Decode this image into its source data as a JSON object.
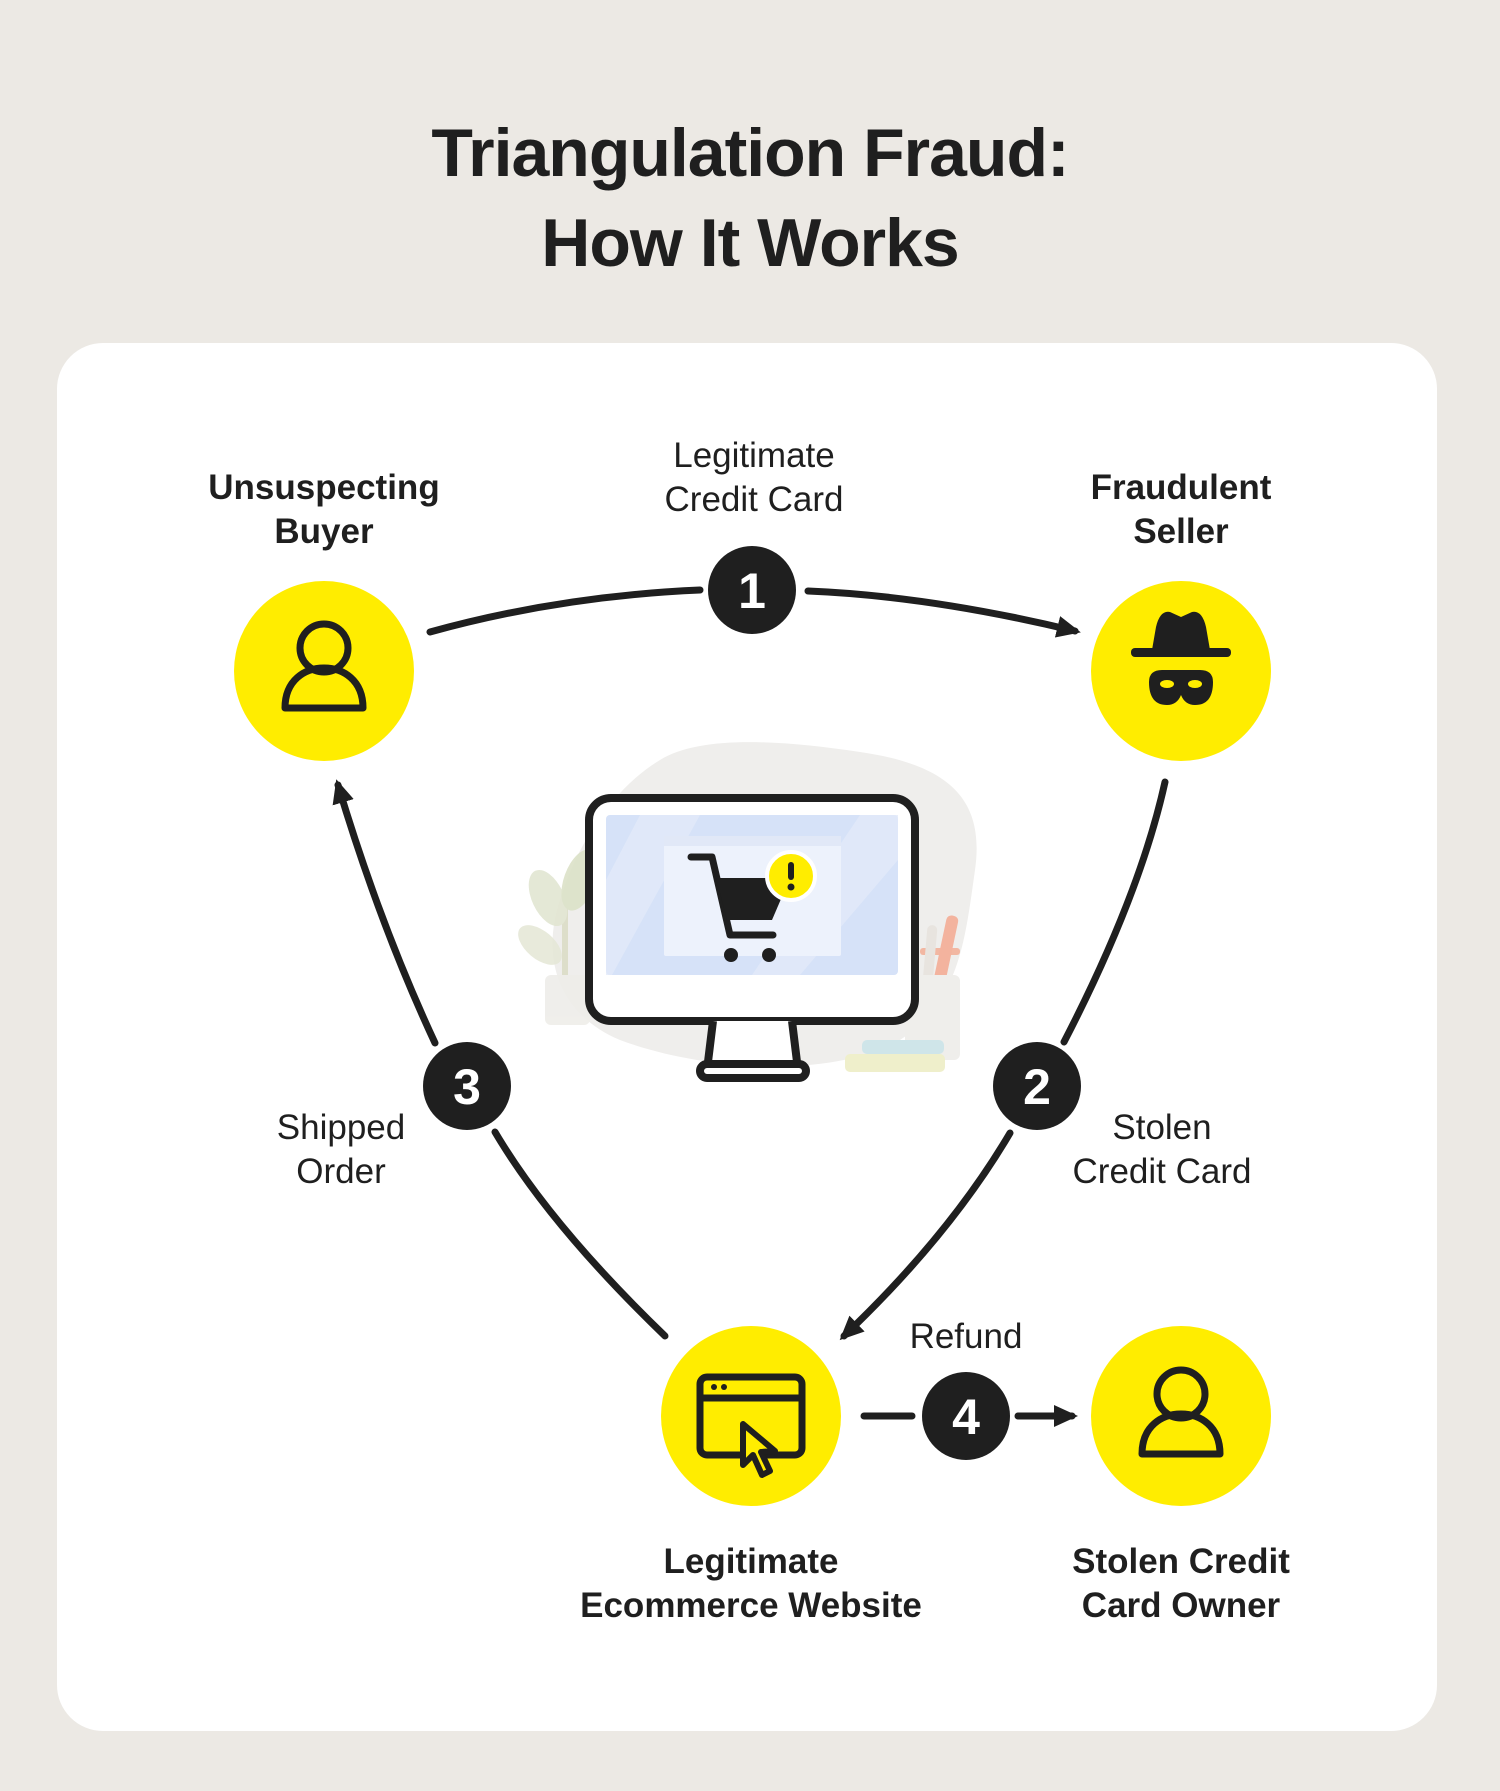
{
  "title": {
    "line1": "Triangulation Fraud:",
    "line2": "How It Works"
  },
  "colors": {
    "background": "#ECE9E4",
    "card": "#FFFFFF",
    "node_fill": "#FFED00",
    "ink": "#1F1F1F"
  },
  "nodes": {
    "buyer": {
      "line1": "Unsuspecting",
      "line2": "Buyer",
      "icon": "person-icon"
    },
    "seller": {
      "line1": "Fraudulent",
      "line2": "Seller",
      "icon": "thief-icon"
    },
    "website": {
      "line1": "Legitimate",
      "line2": "Ecommerce Website",
      "icon": "browser-cursor-icon"
    },
    "owner": {
      "line1": "Stolen Credit",
      "line2": "Card Owner",
      "icon": "person-icon"
    }
  },
  "steps": [
    {
      "number": "1",
      "line1": "Legitimate",
      "line2": "Credit Card"
    },
    {
      "number": "2",
      "line1": "Stolen",
      "line2": "Credit Card"
    },
    {
      "number": "3",
      "line1": "Shipped",
      "line2": "Order"
    },
    {
      "number": "4",
      "line1": "Refund",
      "line2": ""
    }
  ],
  "center_illustration": "computer-shopping-cart-alert-icon"
}
